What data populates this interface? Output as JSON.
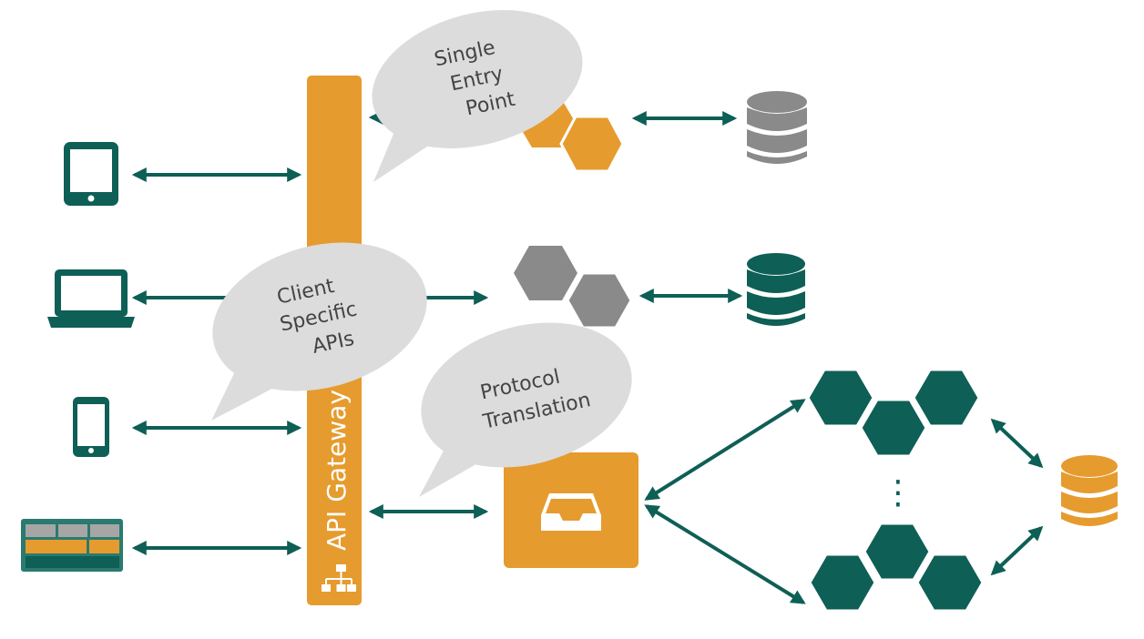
{
  "colors": {
    "green": "#0e5f56",
    "orange": "#e69b2e",
    "gray": "#8a8a8a",
    "bubble": "#dcdcdc",
    "white": "#ffffff"
  },
  "gateway": {
    "label": "API Gateway",
    "icon": "sitemap-icon"
  },
  "bubbles": [
    {
      "id": "single-entry-point",
      "lines": [
        "Single",
        "Entry",
        "Point"
      ]
    },
    {
      "id": "client-specific-apis",
      "lines": [
        "Client",
        "Specific",
        "APIs"
      ]
    },
    {
      "id": "protocol-translation",
      "lines": [
        "Protocol",
        "Translation"
      ]
    }
  ],
  "clients": [
    {
      "id": "tablet",
      "icon": "tablet-icon"
    },
    {
      "id": "laptop",
      "icon": "laptop-icon"
    },
    {
      "id": "phone",
      "icon": "smartphone-icon"
    },
    {
      "id": "browser",
      "icon": "web-app-icon"
    }
  ],
  "services": [
    {
      "id": "service-orange",
      "icon": "hexagon-cluster-icon",
      "color": "#e69b2e"
    },
    {
      "id": "service-gray",
      "icon": "hexagon-cluster-icon",
      "color": "#8a8a8a"
    }
  ],
  "databases": [
    {
      "id": "db-gray",
      "icon": "database-icon",
      "color": "#8a8a8a"
    },
    {
      "id": "db-green",
      "icon": "database-icon",
      "color": "#0e5f56"
    },
    {
      "id": "db-orange",
      "icon": "database-icon",
      "color": "#e69b2e"
    }
  ],
  "queue": {
    "icon": "inbox-icon",
    "color": "#e69b2e"
  },
  "ellipsis": "⋮"
}
